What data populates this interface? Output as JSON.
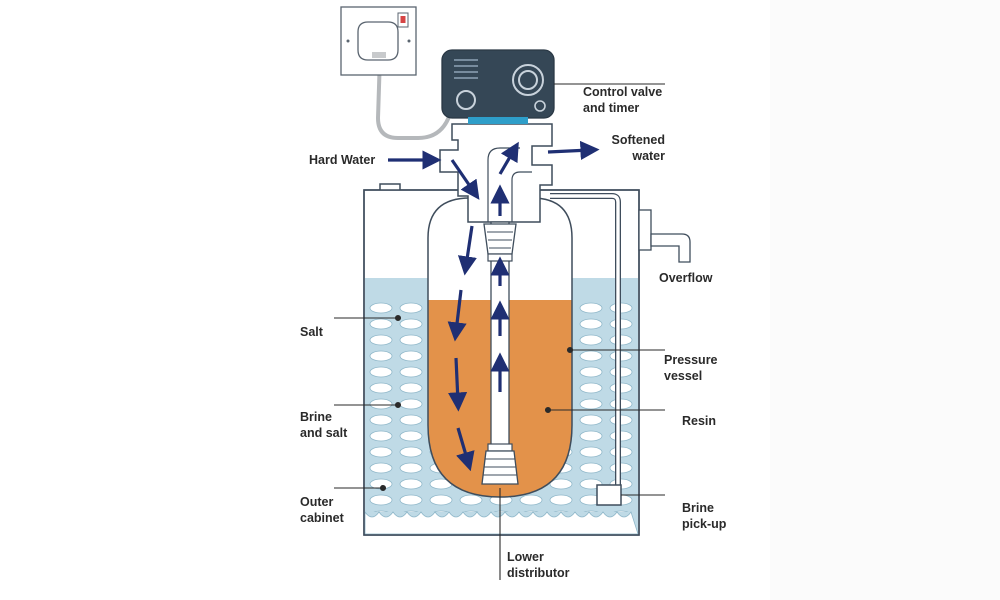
{
  "labels": {
    "control_valve": [
      "Control valve",
      "and timer"
    ],
    "softened_water": [
      "Softened",
      "water"
    ],
    "hard_water": "Hard Water",
    "overflow": "Overflow",
    "salt": "Salt",
    "pressure_vessel": [
      "Pressure",
      "vessel"
    ],
    "brine_and_salt": [
      "Brine",
      "and salt"
    ],
    "resin": "Resin",
    "outer_cabinet": [
      "Outer",
      "cabinet"
    ],
    "brine_pickup": [
      "Brine",
      "pick-up"
    ],
    "lower_distributor": [
      "Lower",
      "distributor"
    ]
  },
  "colors": {
    "outline": "#3f4d5c",
    "brine": "#bfdae6",
    "salt_pellet": "#ffffff",
    "resin": "#e3924a",
    "arrow": "#1f2f73",
    "control_body": "#354756",
    "control_accent": "#2e9ec9",
    "cable": "#b5b8bb"
  },
  "icons": [
    "plug-socket-icon",
    "control-valve-icon"
  ]
}
